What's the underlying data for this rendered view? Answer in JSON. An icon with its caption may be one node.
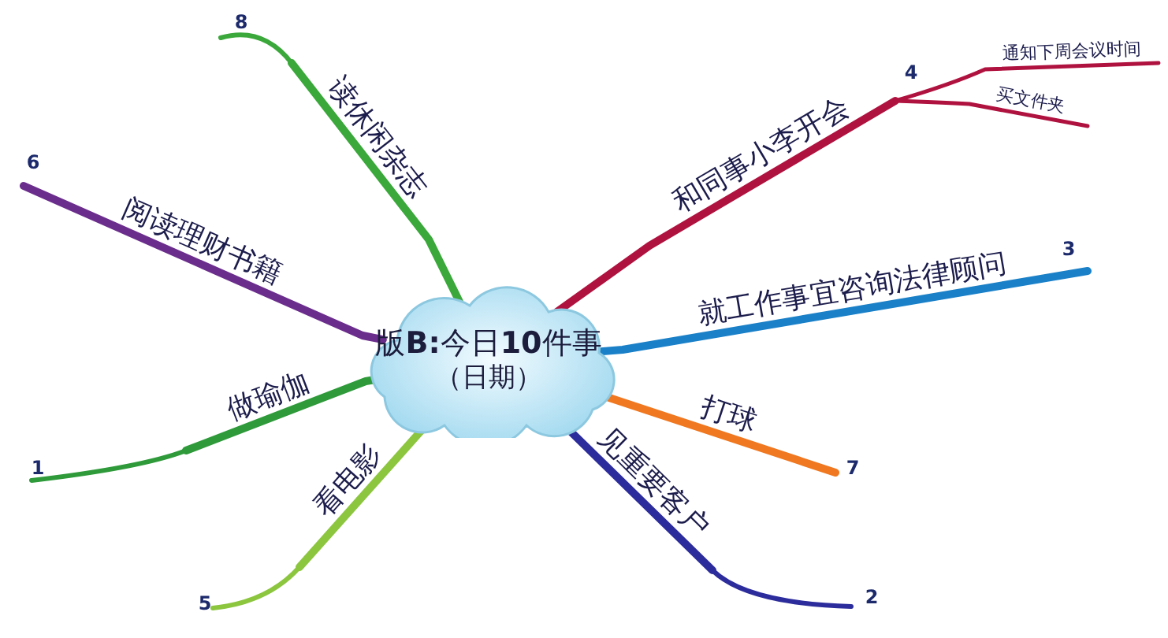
{
  "diagram": {
    "nodes": [
      {
        "text": [
          "版**B:**今日**10**件事",
          "（日期）"
        ]
      },
      {
        "text": [
          "读休闲杂志"
        ]
      },
      {
        "text": [
          "和同事小李开会"
        ]
      },
      {
        "text": [
          "通知下周会议时间"
        ]
      },
      {
        "text": [
          "买文件夹"
        ]
      },
      {
        "text": [
          "就工作事宜咨询法律顾问"
        ]
      },
      {
        "text": [
          "阅读理财书籍"
        ]
      },
      {
        "text": [
          "打球"
        ]
      },
      {
        "text": [
          "做瑜伽"
        ]
      },
      {
        "text": [
          "见重要客户"
        ]
      },
      {
        "text": [
          "看电影"
        ]
      }
    ],
    "labels": [
      "8",
      "4",
      "6",
      "3",
      "1",
      "7",
      "5",
      "2"
    ],
    "edges": [
      {
        "from": 0,
        "to": 1,
        "arrow": "none",
        "color": "#3aa83a"
      },
      {
        "from": 0,
        "to": 2,
        "arrow": "none",
        "color": "#b0123f"
      },
      {
        "from": 2,
        "to": 3,
        "arrow": "none",
        "color": "#b0123f"
      },
      {
        "from": 2,
        "to": 4,
        "arrow": "none",
        "color": "#b0123f"
      },
      {
        "from": 0,
        "to": 5,
        "arrow": "none",
        "color": "#1a80c8"
      },
      {
        "from": 0,
        "to": 6,
        "arrow": "none",
        "color": "#6b2d8c"
      },
      {
        "from": 0,
        "to": 7,
        "arrow": "none",
        "color": "#f07820"
      },
      {
        "from": 0,
        "to": 8,
        "arrow": "none",
        "color": "#2e9a3a"
      },
      {
        "from": 0,
        "to": 9,
        "arrow": "none",
        "color": "#2c2c9c"
      },
      {
        "from": 0,
        "to": 10,
        "arrow": "none",
        "color": "#8cc63f"
      }
    ]
  }
}
